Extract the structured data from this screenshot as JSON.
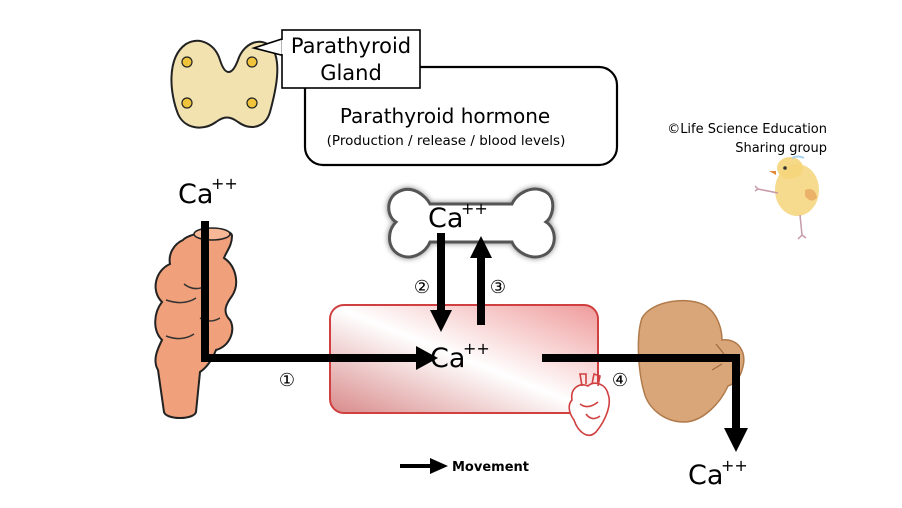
{
  "gland": {
    "label_line1": "Parathyroid",
    "label_line2": "Gland"
  },
  "hormone": {
    "title": "Parathyroid hormone",
    "subtitle": "(Production / release / blood levels)"
  },
  "credit": {
    "line1": "©Life Science Education",
    "line2": "Sharing group"
  },
  "calcium": {
    "symbol": "Ca",
    "charge": "++"
  },
  "steps": {
    "s1": "①",
    "s2": "②",
    "s3": "③",
    "s4": "④"
  },
  "legend": {
    "label": "Movement"
  },
  "colors": {
    "gland_fill": "#f2e2b0",
    "gland_dot": "#f0c43a",
    "intestine": "#f0a07a",
    "blood_edge": "#d04040",
    "kidney": "#d9a67a",
    "arrow": "#000000"
  }
}
